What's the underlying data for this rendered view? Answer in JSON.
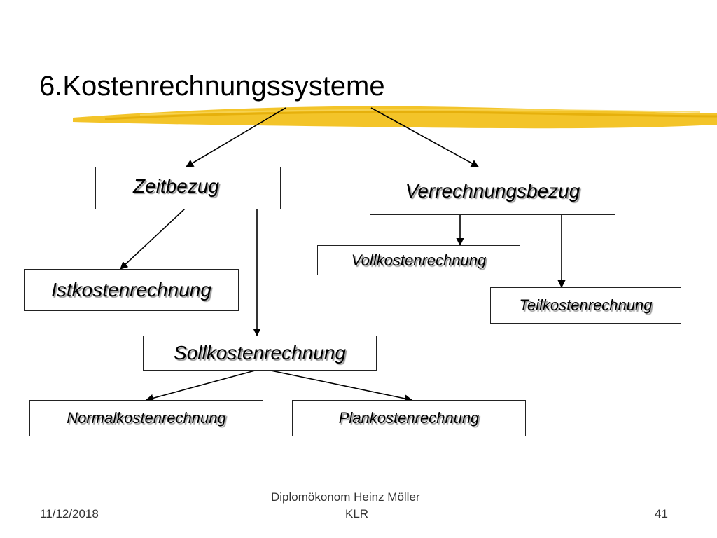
{
  "title": "6.Kostenrechnungssysteme",
  "accent_color": "#f2c11d",
  "nodes": {
    "zeitbezug": "Zeitbezug",
    "verrechnungsbezug": "Verrechnungsbezug",
    "vollkosten": "Vollkostenrechnung",
    "teilkosten": "Teilkostenrechnung",
    "istkosten": "Istkostenrechnung",
    "sollkosten": "Sollkostenrechnung",
    "normalkosten": "Normalkostenrechnung",
    "plankosten": "Plankostenrechnung"
  },
  "footer": {
    "date": "11/12/2018",
    "author": "Diplomökonom Heinz Möller",
    "course": "KLR",
    "page": "41"
  }
}
